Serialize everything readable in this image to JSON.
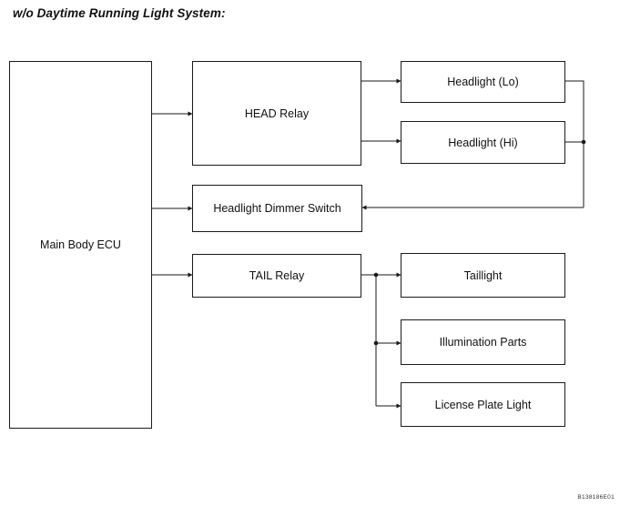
{
  "title": "w/o Daytime Running Light System:",
  "blocks": {
    "main_body_ecu": "Main Body ECU",
    "head_relay": "HEAD Relay",
    "headlight_lo": "Headlight (Lo)",
    "headlight_hi": "Headlight (Hi)",
    "headlight_dimmer_switch": "Headlight Dimmer Switch",
    "tail_relay": "TAIL Relay",
    "taillight": "Taillight",
    "illumination_parts": "Illumination Parts",
    "license_plate_light": "License Plate Light"
  },
  "figure_code": "B138186E01",
  "colors": {
    "line": "#1a1a1a",
    "background": "#ffffff"
  }
}
